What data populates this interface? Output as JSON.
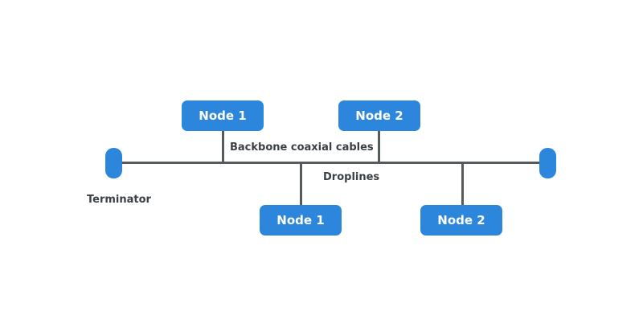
{
  "diagram": {
    "nodes_top": [
      {
        "label": "Node 1"
      },
      {
        "label": "Node 2"
      }
    ],
    "nodes_bottom": [
      {
        "label": "Node 1"
      },
      {
        "label": "Node 2"
      }
    ],
    "labels": {
      "backbone": "Backbone coaxial cables",
      "droplines": "Droplines",
      "terminator": "Terminator"
    },
    "colors": {
      "node_fill": "#2b86dc",
      "node_text": "#ffffff",
      "line": "#555a5f",
      "label_text": "#3b4046",
      "background": "#ffffff"
    }
  }
}
